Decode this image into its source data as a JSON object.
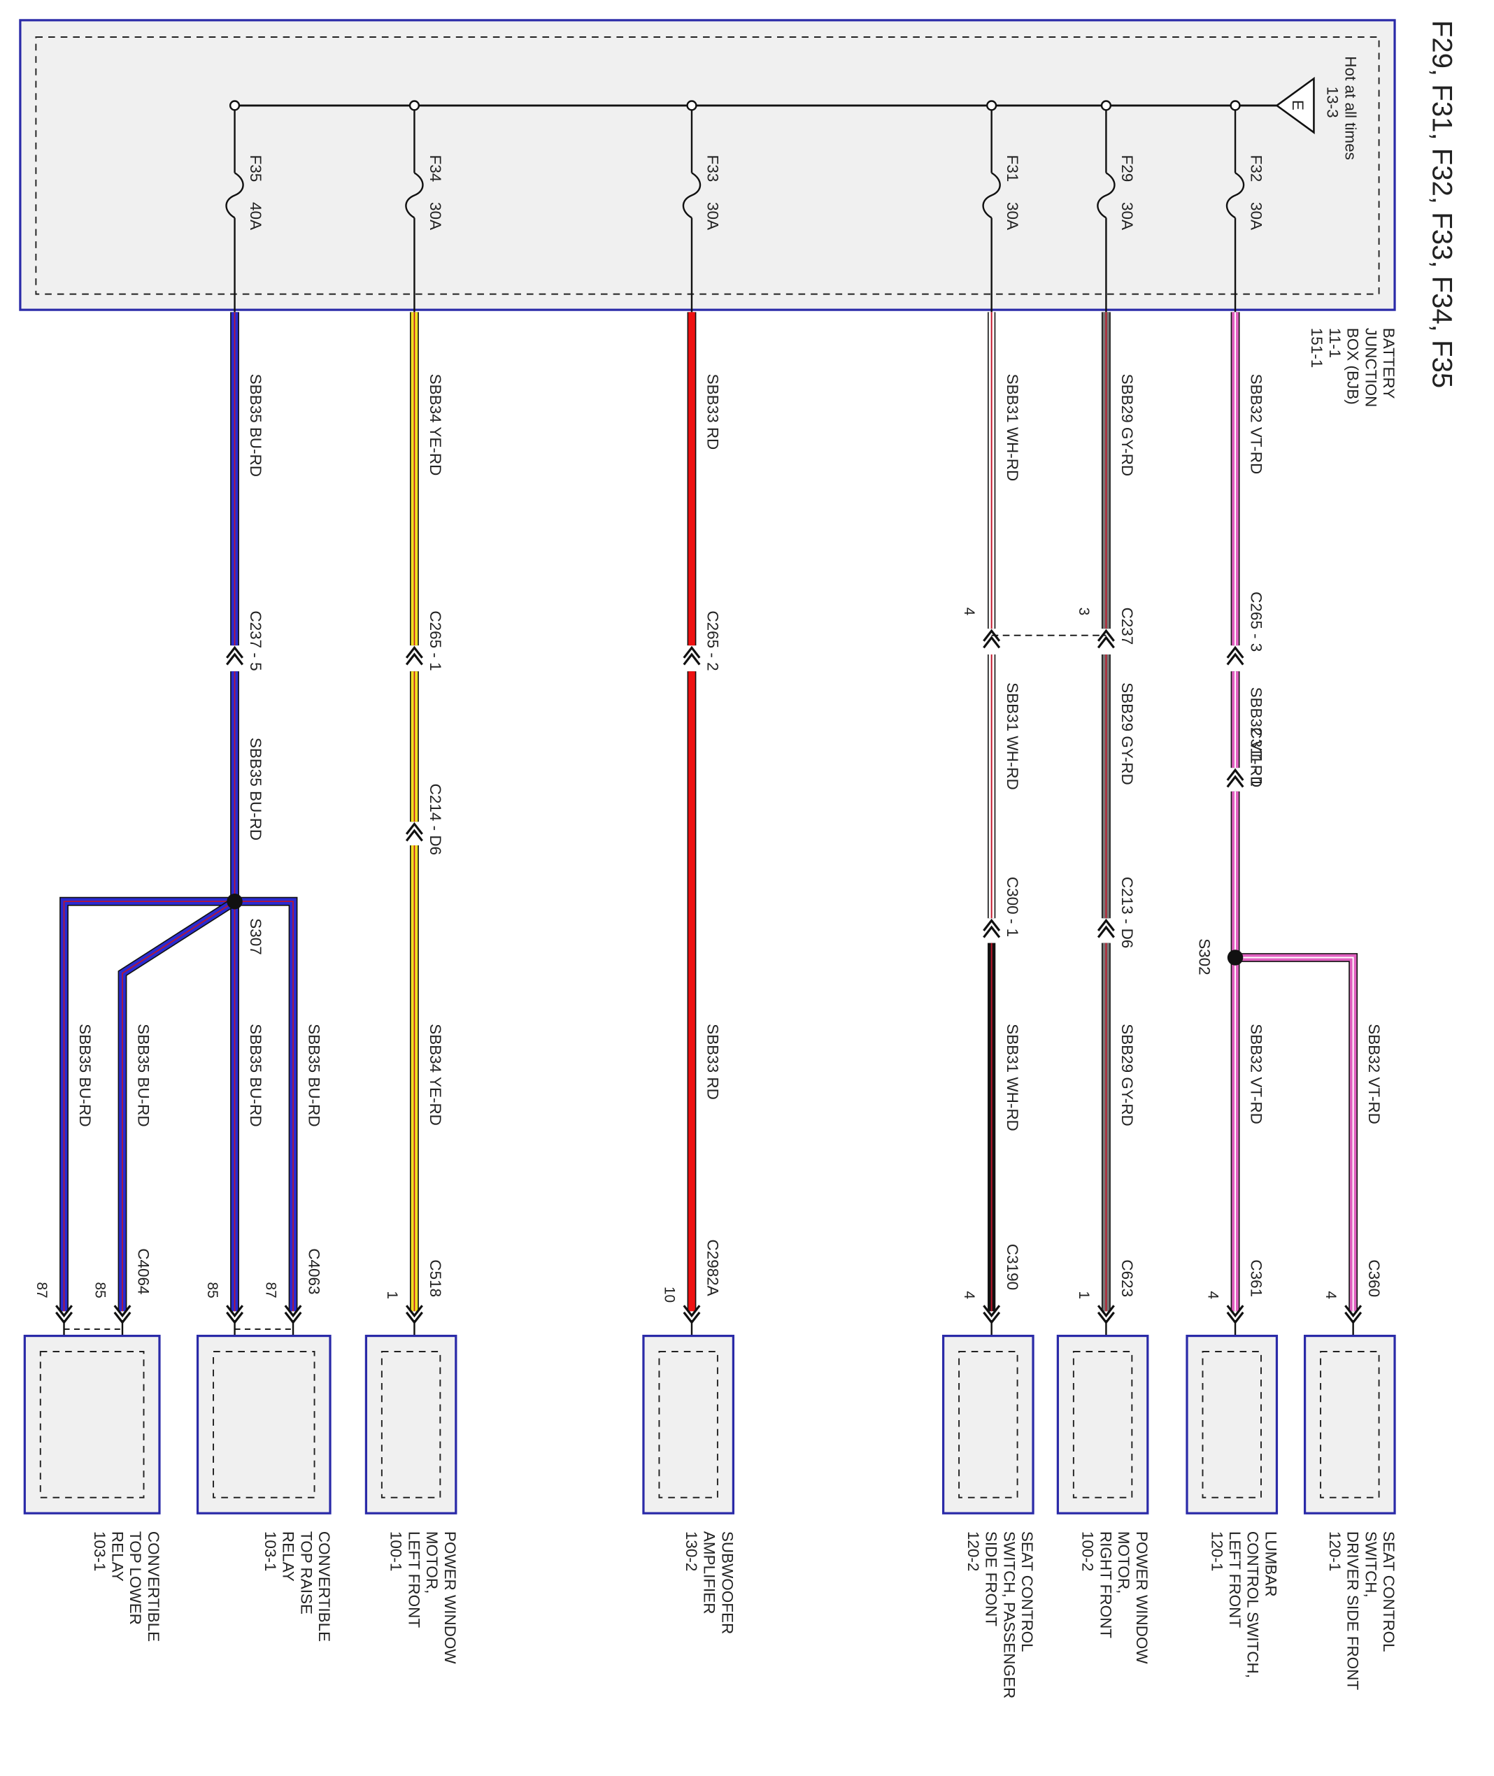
{
  "title": "F29, F31, F32, F33, F34, F35",
  "junction_box": {
    "name_lines": [
      "BATTERY",
      "JUNCTION",
      "BOX (BJB)",
      "11-1",
      "151-1"
    ],
    "hot_lines": [
      "Hot at all times",
      "13-3"
    ],
    "source_flag": "E"
  },
  "colors": {
    "box_border": "#2a2aa8",
    "box_fill": "#f0f0f0",
    "frame": "#222222",
    "vt_rd": "#e060c0",
    "gy_rd": "#777777",
    "wh_rd": "#ffffff",
    "rd": "#ee1111",
    "ye_rd": "#f0e020",
    "bu_rd": "#2a2ad0",
    "stripe": "#c0162a"
  },
  "fuses": [
    {
      "label": "F32",
      "rating": "30A"
    },
    {
      "label": "F29",
      "rating": "30A"
    },
    {
      "label": "F31",
      "rating": "30A"
    },
    {
      "label": "F33",
      "rating": "30A"
    },
    {
      "label": "F34",
      "rating": "30A"
    },
    {
      "label": "F35",
      "rating": "40A"
    }
  ],
  "wire_labels": {
    "sbb32": "SBB32   VT-RD",
    "sbb29": "SBB29   GY-RD",
    "sbb31": "SBB31   WH-RD",
    "sbb33": "SBB33   RD",
    "sbb34": "SBB34   YE-RD",
    "sbb35": "SBB35   BU-RD"
  },
  "inline_connectors": {
    "c265_3": "C265 - 3",
    "c311_1": "C311 - 1",
    "c237": "C237",
    "c237_pin_a": "3",
    "c237_pin_b": "4",
    "c213": "C213 - D6",
    "c300": "C300 - 1",
    "c265_2": "C265 - 2",
    "c265_1": "C265 - 1",
    "c214": "C214 - D6",
    "c237_5": "C237 - 5"
  },
  "splices": {
    "s302": "S302",
    "s307": "S307"
  },
  "end_connectors": {
    "c360": "C360",
    "c360_pin": "4",
    "c361": "C361",
    "c361_pin": "4",
    "c623": "C623",
    "c623_pin": "1",
    "c3190": "C3190",
    "c3190_pin": "4",
    "c2982a": "C2982A",
    "c2982a_pin": "10",
    "c518": "C518",
    "c518_pin": "1",
    "c4063": "C4063",
    "c4063_pin_a": "87",
    "c4063_pin_b": "85",
    "c4064": "C4064",
    "c4064_pin_a": "85",
    "c4064_pin_b": "87"
  },
  "components": [
    {
      "lines": [
        "SEAT CONTROL",
        "SWITCH,",
        "DRIVER SIDE FRONT",
        "120-1"
      ]
    },
    {
      "lines": [
        "LUMBAR",
        "CONTROL SWITCH,",
        "LEFT FRONT",
        "120-1"
      ]
    },
    {
      "lines": [
        "POWER WINDOW",
        "MOTOR,",
        "RIGHT FRONT",
        "100-2"
      ]
    },
    {
      "lines": [
        "SEAT CONTROL",
        "SWITCH, PASSENGER",
        "SIDE FRONT",
        "120-2"
      ]
    },
    {
      "lines": [
        "SUBWOOFER",
        "AMPLIFIER",
        "130-2"
      ]
    },
    {
      "lines": [
        "POWER WINDOW",
        "MOTOR,",
        "LEFT FRONT",
        "100-1"
      ]
    },
    {
      "lines": [
        "CONVERTIBLE",
        "TOP RAISE",
        "RELAY",
        "103-1"
      ]
    },
    {
      "lines": [
        "CONVERTIBLE",
        "TOP LOWER",
        "RELAY",
        "103-1"
      ]
    }
  ]
}
